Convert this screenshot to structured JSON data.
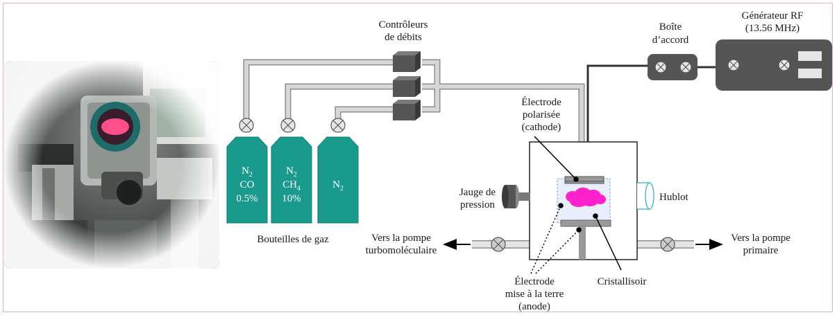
{
  "labels": {
    "controllers_line1": "Contrôleurs",
    "controllers_line2": "de débits",
    "matchbox_line1": "Boîte",
    "matchbox_line2": "d’accord",
    "rf_line1": "Générateur RF",
    "rf_line2": "(13.56 MHz)",
    "cathode_line1": "Électrode",
    "cathode_line2": "polarisée",
    "cathode_line3": "(cathode)",
    "gauge_line1": "Jauge de",
    "gauge_line2": "pression",
    "window": "Hublot",
    "bottles": "Bouteilles de gaz",
    "turbo_line1": "Vers la pompe",
    "turbo_line2": "turbomoléculaire",
    "primary_line1": "Vers la pompe",
    "primary_line2": "primaire",
    "anode_line1": "Électrode",
    "anode_line2": "mise à la terre",
    "anode_line3": "(anode)",
    "crystallizer": "Cristallisoir"
  },
  "bottles": [
    {
      "l1": "N",
      "l1sub": "2",
      "l2": "CO",
      "l2sub": "",
      "l3": "0.5%"
    },
    {
      "l1": "N",
      "l1sub": "2",
      "l2": "CH",
      "l2sub": "4",
      "l3": "10%"
    },
    {
      "l1": "N",
      "l1sub": "2",
      "l2": "",
      "l2sub": "",
      "l3": ""
    }
  ],
  "colors": {
    "bottle": "#1a9a8c",
    "bottle_stroke": "#137a6f",
    "device": "#555555",
    "pipe": "#c8c8c8",
    "pipe_stroke": "#8c8c8c",
    "plasma": "#ff22cc",
    "frame": "#e8a8d8"
  }
}
